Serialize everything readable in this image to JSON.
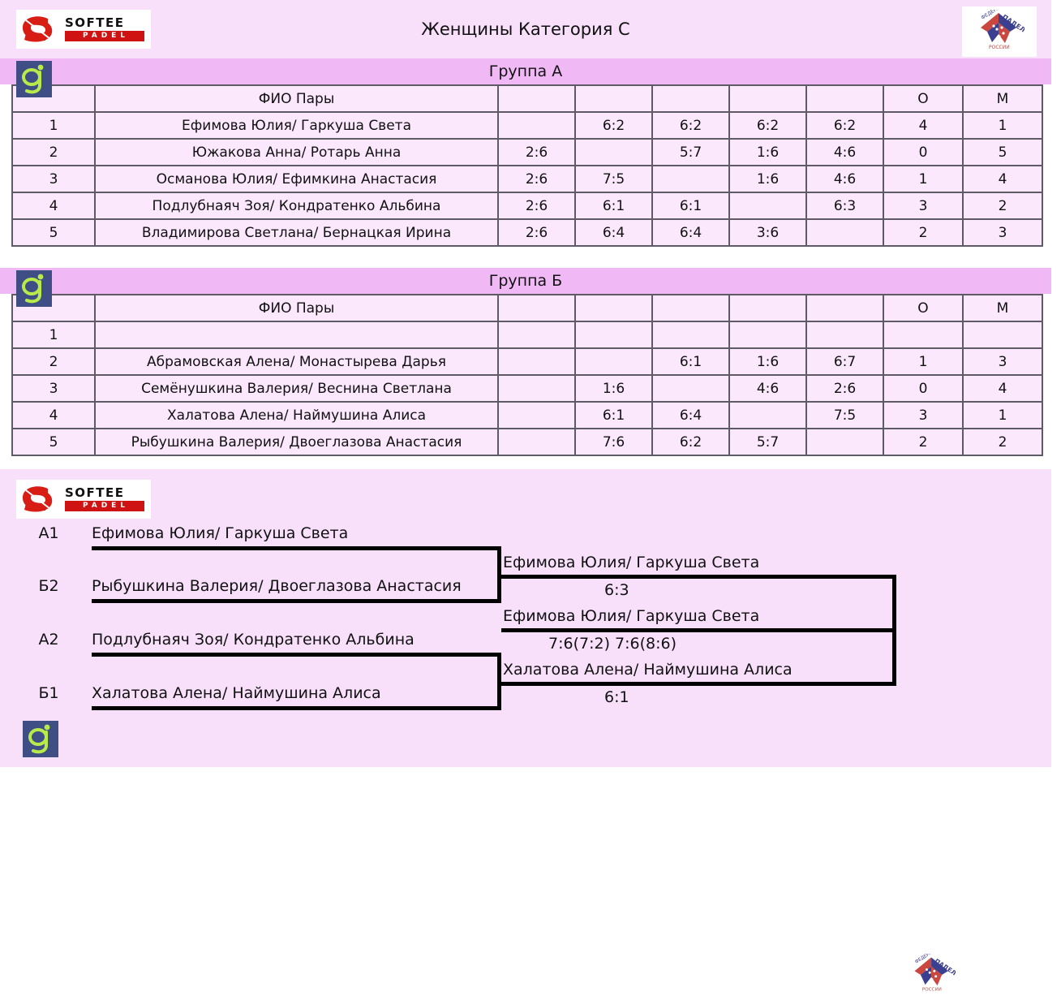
{
  "header": {
    "title": "Женщины Категория C",
    "left_logo": {
      "word": "SOFTEE",
      "sub": "PADEL"
    },
    "right_logo_alt": "fed-padel-russia-logo"
  },
  "groups": [
    {
      "id": "a",
      "title": "Группа А",
      "columns": [
        "",
        "ФИО Пары",
        "",
        "",
        "",
        "",
        "",
        "О",
        "М"
      ],
      "rows": [
        {
          "rank": "1",
          "pair": "Ефимова Юлия/ Гаркуша Света",
          "scores": [
            "",
            "6:2",
            "6:2",
            "6:2",
            "6:2"
          ],
          "diag": 0,
          "points": "4",
          "place": "1"
        },
        {
          "rank": "2",
          "pair": "Южакова Анна/ Ротарь Анна",
          "scores": [
            "2:6",
            "",
            "5:7",
            "1:6",
            "4:6"
          ],
          "diag": 1,
          "points": "0",
          "place": "5"
        },
        {
          "rank": "3",
          "pair": "Османова Юлия/ Ефимкина Анастасия",
          "scores": [
            "2:6",
            "7:5",
            "",
            "1:6",
            "4:6"
          ],
          "diag": 2,
          "points": "1",
          "place": "4"
        },
        {
          "rank": "4",
          "pair": "Подлубнаяч Зоя/ Кондратенко Альбина",
          "scores": [
            "2:6",
            "6:1",
            "6:1",
            "",
            "6:3"
          ],
          "diag": 3,
          "points": "3",
          "place": "2"
        },
        {
          "rank": "5",
          "pair": "Владимирова Светлана/ Бернацкая Ирина",
          "scores": [
            "2:6",
            "6:4",
            "6:4",
            "3:6",
            ""
          ],
          "diag": 4,
          "points": "2",
          "place": "3"
        }
      ]
    },
    {
      "id": "b",
      "title": "Группа Б",
      "columns": [
        "",
        "ФИО Пары",
        "",
        "",
        "",
        "",
        "",
        "О",
        "М"
      ],
      "rows": [
        {
          "rank": "1",
          "pair": "",
          "scores": [
            "",
            "",
            "",
            "",
            ""
          ],
          "diag": 0,
          "points": "",
          "place": ""
        },
        {
          "rank": "2",
          "pair": "Абрамовская Алена/ Монастырева Дарья",
          "scores": [
            "",
            "",
            "6:1",
            "1:6",
            "6:7"
          ],
          "diag": 1,
          "points": "1",
          "place": "3"
        },
        {
          "rank": "3",
          "pair": "Семёнушкина Валерия/ Веснина Светлана",
          "scores": [
            "",
            "1:6",
            "",
            "4:6",
            "2:6"
          ],
          "diag": 2,
          "points": "0",
          "place": "4"
        },
        {
          "rank": "4",
          "pair": "Халатова Алена/ Наймушина Алиса",
          "scores": [
            "",
            "6:1",
            "6:4",
            "",
            "7:5"
          ],
          "diag": 3,
          "points": "3",
          "place": "1"
        },
        {
          "rank": "5",
          "pair": "Рыбушкина Валерия/ Двоеглазова Анастасия",
          "scores": [
            "",
            "7:6",
            "6:2",
            "5:7",
            ""
          ],
          "diag": 4,
          "points": "2",
          "place": "2"
        }
      ]
    }
  ],
  "bracket": {
    "semifinals": [
      {
        "seed_top": "А1",
        "name_top": "Ефимова Юлия/ Гаркуша Света",
        "seed_bottom": "Б2",
        "name_bottom": "Рыбушкина Валерия/ Двоеглазова Анастасия",
        "winner": "Ефимова Юлия/ Гаркуша Света",
        "score": "6:3"
      },
      {
        "seed_top": "А2",
        "name_top": "Подлубнаяч Зоя/ Кондратенко Альбина",
        "seed_bottom": "Б1",
        "name_bottom": "Халатова Алена/ Наймушина Алиса",
        "winner": "Халатова Алена/ Наймушина Алиса",
        "score": "6:1"
      }
    ],
    "final": {
      "winner": "Ефимова Юлия/ Гаркуша Света",
      "score": "7:6(7:2) 7:6(8:6)"
    }
  },
  "colors": {
    "panel_bg": "#f8e0fb",
    "cell_bg": "#fbe8fd",
    "diag_bg": "#f4b6f7",
    "group_header_bg": "#f0b8f5",
    "grid": "#5e5a66",
    "logo_red": "#cf1212",
    "g_logo_bg": "#3f4f86",
    "g_logo_fg": "#b8ea4a"
  }
}
